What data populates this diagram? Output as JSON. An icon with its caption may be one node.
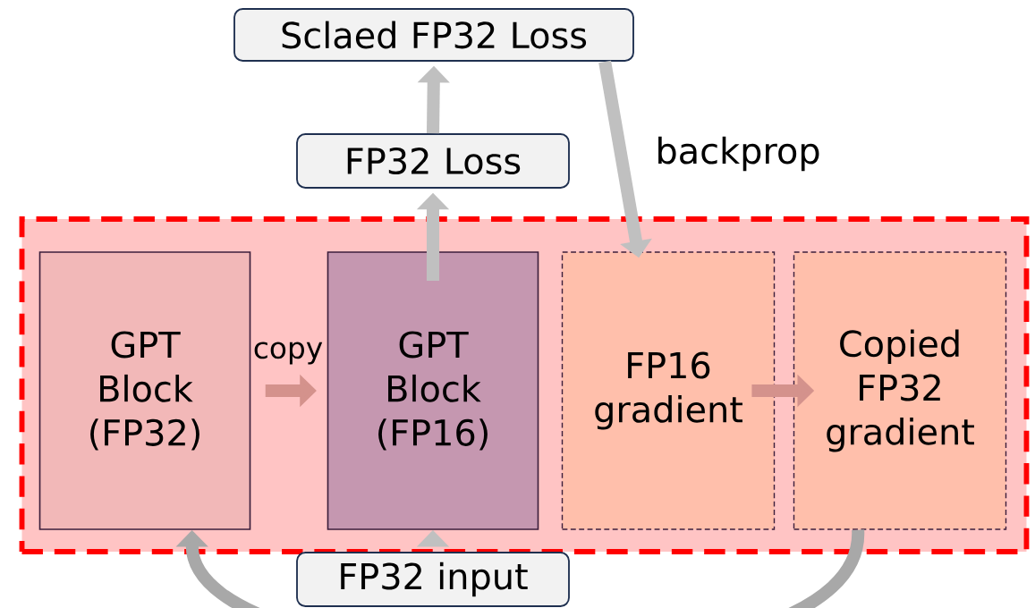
{
  "diagram": {
    "nodes": [
      {
        "text": [
          "Sclaed FP32 Loss"
        ]
      },
      {
        "text": [
          "FP32 Loss"
        ]
      },
      {
        "text": [],
        "shape": "box"
      },
      {
        "text": [
          "GPT Block (FP32)"
        ],
        "in": 2
      },
      {
        "text": [
          "GPT Block (FP16)"
        ],
        "in": 2
      },
      {
        "text": [
          "FP16 gradient"
        ],
        "in": 2
      },
      {
        "text": [
          "Copied FP32 gradient"
        ],
        "in": 2
      },
      {
        "text": [
          "FP32 input"
        ]
      }
    ],
    "edges": [
      {
        "from": 1,
        "to": 0,
        "arrow": "to"
      },
      {
        "from": 4,
        "to": 1,
        "arrow": "to"
      },
      {
        "from": 3,
        "to": 4,
        "arrow": "to",
        "label": "copy",
        "color": "#d4928c"
      },
      {
        "from": 5,
        "to": 6,
        "arrow": "to",
        "color": "#d4928c"
      },
      {
        "from": 0,
        "to": 5,
        "arrow": "to",
        "label": "backprop"
      },
      {
        "from": 7,
        "to": 4,
        "arrow": "to"
      },
      {
        "from": 6,
        "to": 3,
        "arrow": "to",
        "color": "#a8a8a8"
      }
    ]
  }
}
